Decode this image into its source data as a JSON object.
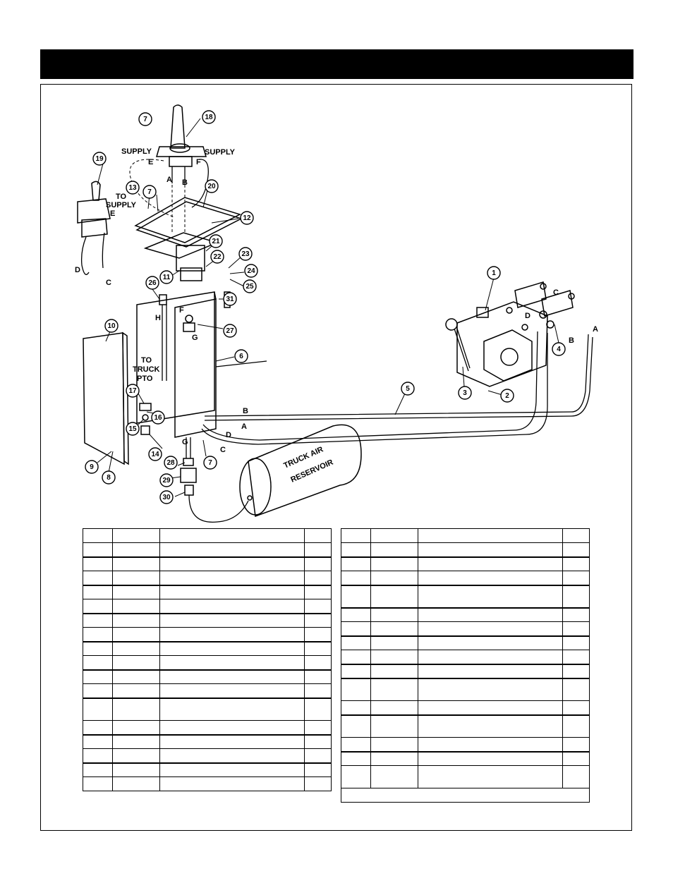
{
  "header": {
    "title": ""
  },
  "diagram": {
    "labels": {
      "supply_left": "SUPPLY",
      "supply_right": "SUPPLY",
      "to": "TO",
      "supply": "SUPPLY",
      "e_top": "E",
      "f_top": "F",
      "a_top": "A",
      "b_top": "B",
      "e_mid": "E",
      "d_left": "D",
      "c_left": "C",
      "h": "H",
      "f_mid": "F",
      "g_mid": "G",
      "to_truck_1": "TO",
      "to_truck_2": "TRUCK",
      "to_truck_3": "PTO",
      "b_line": "B",
      "a_line": "A",
      "d_line": "D",
      "c_line": "C",
      "g_low": "G",
      "reservoir_1": "TRUCK AIR",
      "reservoir_2": "RESERVOIR",
      "c_valve": "C",
      "d_valve": "D",
      "b_valve": "B",
      "a_valve": "A"
    },
    "callouts": [
      "1",
      "2",
      "3",
      "4",
      "5",
      "6",
      "7",
      "8",
      "9",
      "10",
      "11",
      "12",
      "13",
      "14",
      "15",
      "16",
      "17",
      "18",
      "19",
      "20",
      "21",
      "22",
      "23",
      "24",
      "25",
      "26",
      "27",
      "28",
      "29",
      "30",
      "31"
    ]
  },
  "tables": {
    "left_rows": 18,
    "right_rows": 16
  }
}
